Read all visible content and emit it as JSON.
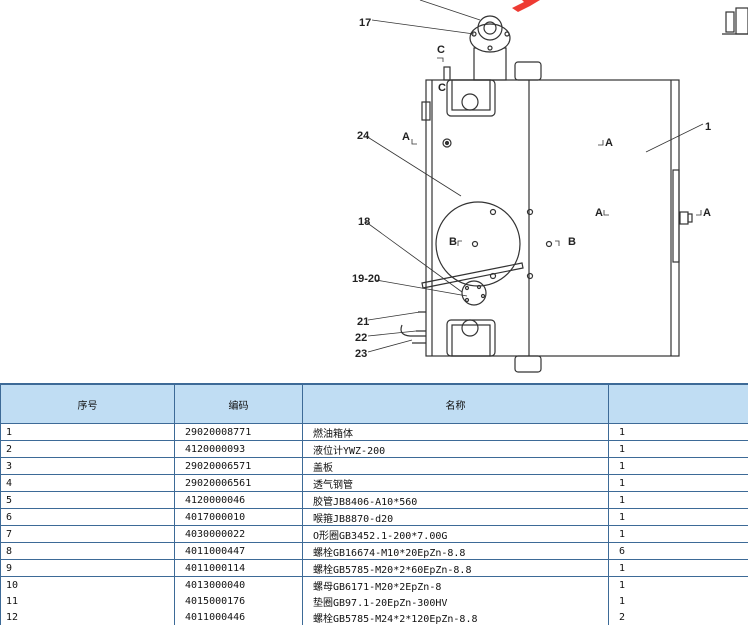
{
  "drawing": {
    "callouts": {
      "c17": "17",
      "c24": "24",
      "c18": "18",
      "c1920": "19-20",
      "c21": "21",
      "c22": "22",
      "c23": "23",
      "c1": "1"
    },
    "sections": {
      "a": "A",
      "b": "B",
      "c": "C"
    },
    "arrow_color": "#ee3b33"
  },
  "table": {
    "headers": [
      "序号",
      "编码",
      "名称",
      ""
    ],
    "rows": [
      {
        "no": "1",
        "code": "29020008771",
        "name": "燃油箱体",
        "qty": "1"
      },
      {
        "no": "2",
        "code": "4120000093",
        "name": "液位计YWZ-200",
        "qty": "1"
      },
      {
        "no": "3",
        "code": "29020006571",
        "name": "盖板",
        "qty": "1"
      },
      {
        "no": "4",
        "code": "29020006561",
        "name": "透气钢管",
        "qty": "1"
      },
      {
        "no": "5",
        "code": "4120000046",
        "name": "胶管JB8406-A10*560",
        "qty": "1"
      },
      {
        "no": "6",
        "code": "4017000010",
        "name": "喉箍JB8870-d20",
        "qty": "1"
      },
      {
        "no": "7",
        "code": "4030000022",
        "name": "O形圈GB3452.1-200*7.00G",
        "qty": "1"
      },
      {
        "no": "8",
        "code": "4011000447",
        "name": "螺栓GB16674-M10*20EpZn-8.8",
        "qty": "6"
      },
      {
        "no": "9",
        "code": "4011000114",
        "name": "螺栓GB5785-M20*2*60EpZn-8.8",
        "qty": "1"
      },
      {
        "no": "10",
        "code": "4013000040",
        "name": "螺母GB6171-M20*2EpZn-8",
        "qty": "1"
      },
      {
        "no": "11",
        "code": "4015000176",
        "name": "垫圈GB97.1-20EpZn-300HV",
        "qty": "1"
      },
      {
        "no": "12",
        "code": "4011000446",
        "name": "螺栓GB5785-M24*2*120EpZn-8.8",
        "qty": "2"
      }
    ]
  }
}
